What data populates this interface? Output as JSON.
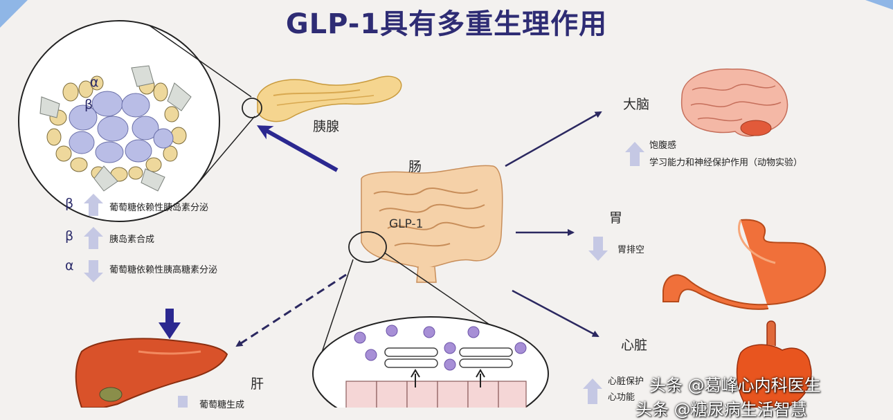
{
  "title": "GLP-1具有多重生理作用",
  "organs": {
    "pancreas": "胰腺",
    "intestine": "肠",
    "hormone": "GLP-1",
    "brain": "大脑",
    "stomach": "胃",
    "heart": "心脏",
    "liver": "肝"
  },
  "pancreas_effects": [
    {
      "cell": "β",
      "direction": "up",
      "text": "葡萄糖依赖性胰岛素分泌"
    },
    {
      "cell": "β",
      "direction": "up",
      "text": "胰岛素合成"
    },
    {
      "cell": "α",
      "direction": "down",
      "text": "葡萄糖依赖性胰高糖素分泌"
    }
  ],
  "islet_labels": {
    "alpha": "α",
    "beta": "β"
  },
  "brain_effects": [
    {
      "direction": "up",
      "text": "饱腹感"
    },
    {
      "direction": "up",
      "text": "学习能力和神经保护作用（动物实验）"
    }
  ],
  "stomach_effects": [
    {
      "direction": "down",
      "text": "胃排空"
    }
  ],
  "heart_effects": [
    {
      "direction": "up",
      "text": "心脏保护"
    },
    {
      "direction": "up",
      "text": "心功能"
    }
  ],
  "liver_effects": [
    {
      "direction": "down",
      "text": "葡萄糖生成"
    }
  ],
  "watermark": {
    "line1": "头条 @葛峰心内科医生",
    "line2": "头条 @糖尿病生活智慧"
  },
  "colors": {
    "title": "#2e2c74",
    "arrow_dark": "#2b2860",
    "up_arrow": "#c5c8e4",
    "cell_blue": "#b9bde6",
    "cell_yellow": "#eed89c",
    "liver": "#d9522a",
    "stomach": "#f0703a",
    "brain": "#f4b8a6",
    "intestine": "#f5d1a8",
    "granule": "#a78fd6"
  }
}
